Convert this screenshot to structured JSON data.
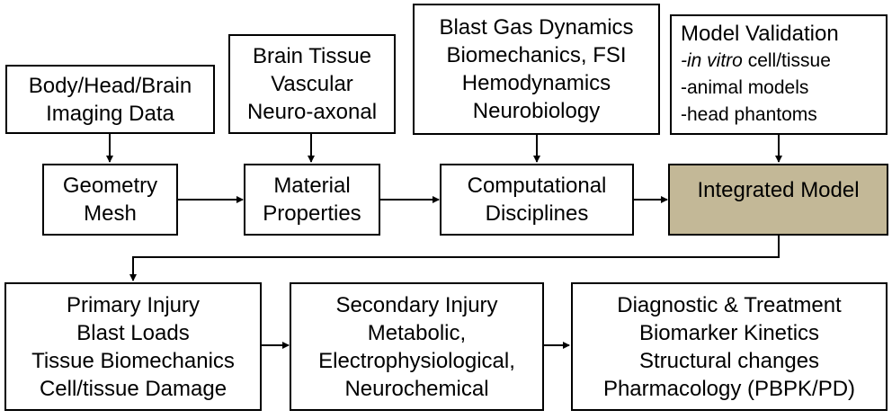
{
  "colors": {
    "integrated_fill": "#c3b897",
    "stroke": "#000000"
  },
  "top_row": {
    "imaging": [
      "Body/Head/Brain",
      "Imaging Data"
    ],
    "tissue": [
      "Brain Tissue",
      "Vascular",
      "Neuro-axonal"
    ],
    "dynamics": [
      "Blast Gas Dynamics",
      "Biomechanics, FSI",
      "Hemodynamics",
      "Neurobiology"
    ],
    "validation": {
      "title": "Model Validation",
      "invitro_italic": "-in vitro",
      "invitro_rest": " cell/tissue",
      "animal": "-animal models",
      "phantoms": "-head phantoms"
    }
  },
  "middle_row": {
    "geometry": [
      "Geometry",
      "Mesh"
    ],
    "material": [
      "Material",
      "Properties"
    ],
    "computational": [
      "Computational",
      "Disciplines"
    ],
    "integrated": "Integrated Model"
  },
  "bottom_row": {
    "primary": [
      "Primary Injury",
      "Blast Loads",
      "Tissue Biomechanics",
      "Cell/tissue Damage"
    ],
    "secondary": [
      "Secondary Injury",
      "Metabolic,",
      "Electrophysiological,",
      "Neurochemical"
    ],
    "diagnostic": [
      "Diagnostic & Treatment",
      "Biomarker Kinetics",
      "Structural changes",
      "Pharmacology (PBPK/PD)"
    ]
  }
}
